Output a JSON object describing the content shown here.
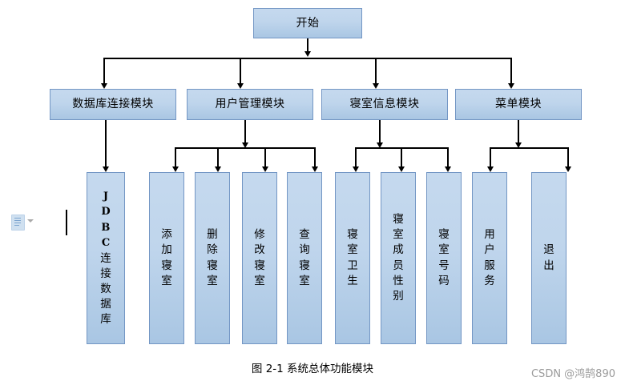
{
  "diagram": {
    "caption": "图 2-1  系统总体功能模块",
    "watermark": "CSDN @鸿鹄890",
    "colors": {
      "node_fill_top": "#c5d9ee",
      "node_fill_bottom": "#a9c6e3",
      "node_border": "#7396c4",
      "connector": "#000000",
      "watermark_text": "#9b9b9b"
    },
    "root": {
      "label": "开始"
    },
    "modules": [
      {
        "label": "数据库连接模块"
      },
      {
        "label": "用户管理模块"
      },
      {
        "label": "寝室信息模块"
      },
      {
        "label": "菜单模块"
      }
    ],
    "leaves": [
      {
        "label": "JDBC连接数据库",
        "parent": "数据库连接模块"
      },
      {
        "label": "添加寝室",
        "parent": "用户管理模块"
      },
      {
        "label": "删除寝室",
        "parent": "用户管理模块"
      },
      {
        "label": "修改寝室",
        "parent": "用户管理模块"
      },
      {
        "label": "查询寝室",
        "parent": "用户管理模块"
      },
      {
        "label": "寝室卫生",
        "parent": "寝室信息模块"
      },
      {
        "label": "寝室成员性别",
        "parent": "寝室信息模块"
      },
      {
        "label": "寝室号码",
        "parent": "寝室信息模块"
      },
      {
        "label": "用户服务",
        "parent": "菜单模块"
      },
      {
        "label": "退出",
        "parent": "菜单模块"
      }
    ]
  }
}
